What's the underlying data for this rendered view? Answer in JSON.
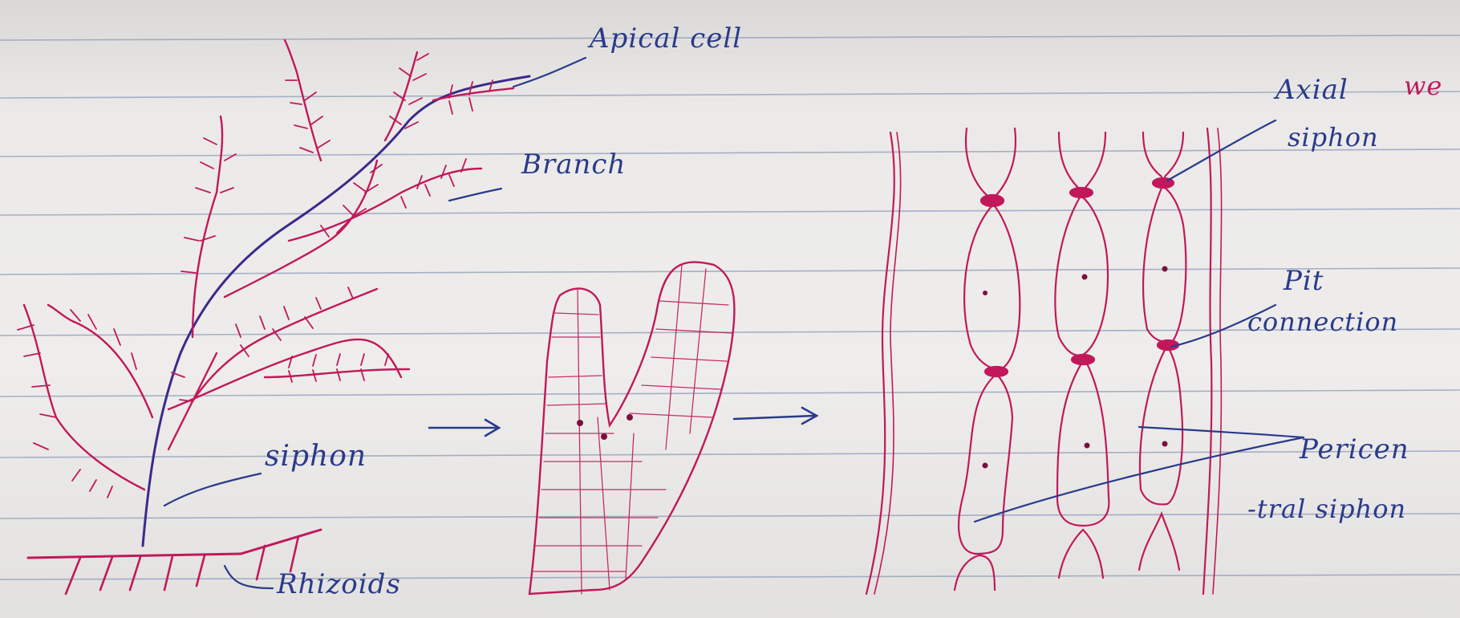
{
  "labels": {
    "apical_cell": "Apical cell",
    "branch": "Branch",
    "siphon": "siphon",
    "rhizoids": "Rhizoids",
    "axial_siphon_line1": "Axial",
    "axial_siphon_line2": "siphon",
    "pit_connection_line1": "Pit",
    "pit_connection_line2": "connection",
    "pericentral_line1": "Pericen",
    "pericentral_line2": "-tral siphon",
    "margin_fragment": "we"
  },
  "colors": {
    "paper": "#eeedeb",
    "rule_line": "#8f9bb8",
    "magenta_ink": "#c2185b",
    "blue_ink": "#2a3a8c"
  }
}
